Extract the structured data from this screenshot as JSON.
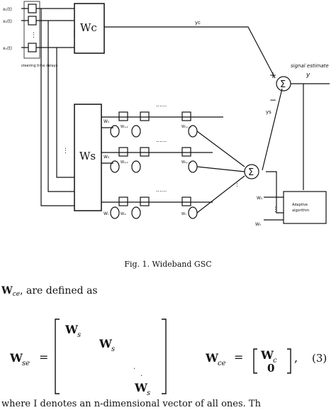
{
  "figure": {
    "inputs": [
      "x₁(t)",
      "x₂(t)",
      "xₙ(t)"
    ],
    "steering_label": "steering time delays",
    "wc_label": "Wc",
    "ws_label": "Ws",
    "yc_label": "yc",
    "ys_label": "ys",
    "signal_estimate_label": "signal estimate",
    "y_label": "y",
    "plus": "+",
    "minus": "−",
    "sigma": "Σ",
    "dots": "......",
    "weights_row1": [
      "W₁",
      "W₁,₂",
      "W₁,ₗ₋₁"
    ],
    "weights_row2": [
      "W₂",
      "W₂,₂",
      "W₂,ₗ₋₁"
    ],
    "weights_row3": [
      "Wᵢ",
      "Wᵢ₂",
      "Wᵢₗ"
    ],
    "adaptive_inputs": [
      "W₁",
      "Wᵢₗ"
    ],
    "adaptive_label_1": "Adaptive",
    "adaptive_label_2": "algorithm"
  },
  "caption": "Fig. 1. Wideband GSC",
  "text": {
    "line1_bold": "W",
    "line1_sub": "ce",
    "line1_rest": ", are defined as",
    "eq_lhs": "W",
    "eq_lhs_sub": "se",
    "eq_eq": "=",
    "matrix_entries": [
      "W",
      "W",
      "W"
    ],
    "matrix_sub": "s",
    "eq2_lhs": "W",
    "eq2_lhs_sub": "ce",
    "eq2_top": "W",
    "eq2_top_sub": "c",
    "eq2_bottom": "0",
    "eq_number": "(3)",
    "bottom_line": "where I denotes an n-dimensional vector of all ones. Th"
  },
  "colors": {
    "ink": "#111111",
    "paper": "#ffffff"
  }
}
